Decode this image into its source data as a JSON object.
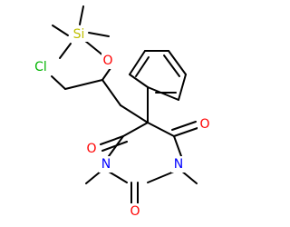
{
  "atoms": {
    "si": {
      "label": "Si",
      "color": "#bfbf00"
    },
    "o_ether": {
      "label": "O",
      "color": "#ff0000"
    },
    "cl": {
      "label": "Cl",
      "color": "#00b400"
    },
    "n_left": {
      "label": "N",
      "color": "#0000ff"
    },
    "n_right": {
      "label": "N",
      "color": "#0000ff"
    },
    "o_left_carbonyl": {
      "label": "O",
      "color": "#ff0000"
    },
    "o_right_carbonyl": {
      "label": "O",
      "color": "#ff0000"
    },
    "o_bottom_carbonyl": {
      "label": "O",
      "color": "#ff0000"
    }
  },
  "bond_color": "#000000",
  "background": "#ffffff"
}
